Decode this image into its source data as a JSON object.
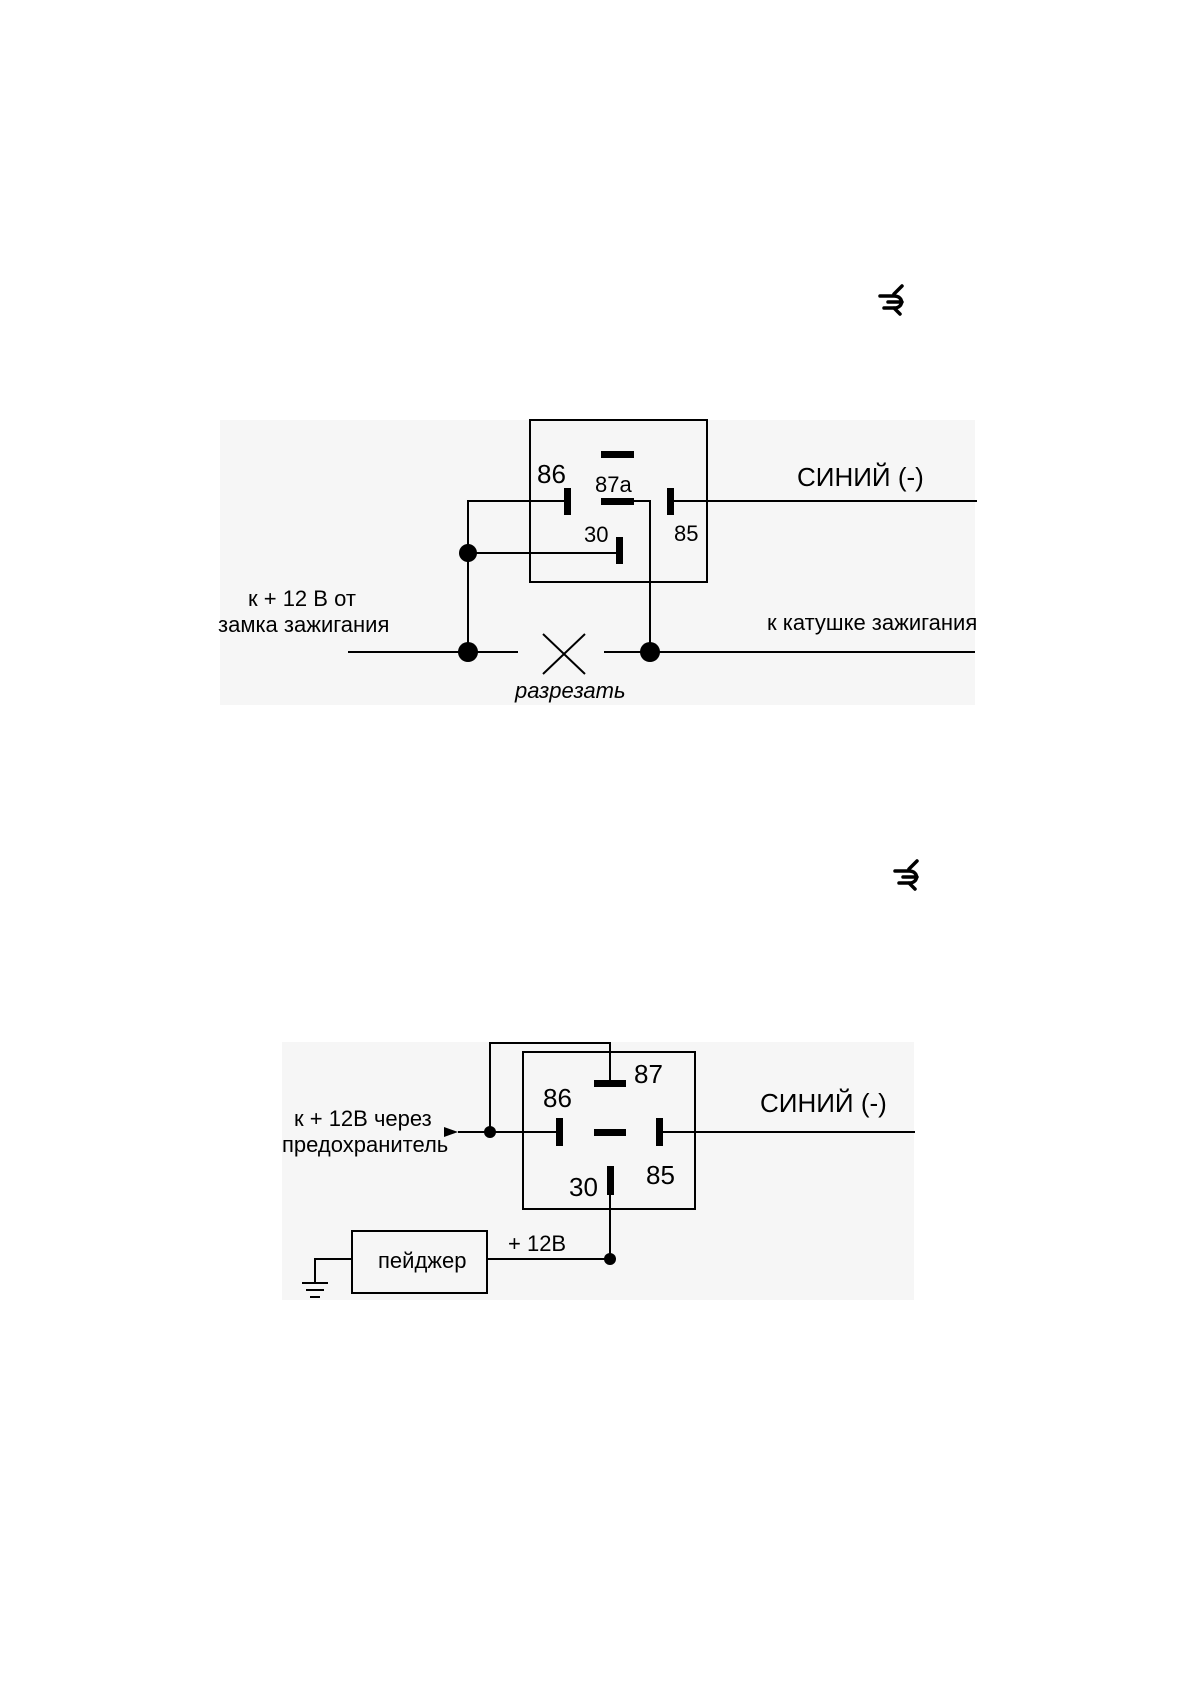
{
  "diagram1": {
    "pin_86": "86",
    "pin_87a": "87a",
    "pin_30": "30",
    "pin_85": "85",
    "blue_wire": "СИНИЙ (-)",
    "from_line1": "к + 12 В от",
    "from_line2": "замка зажигания",
    "to_coil": "к катушке зажигания",
    "cut": "разрезать"
  },
  "diagram2": {
    "pin_86": "86",
    "pin_87": "87",
    "pin_30": "30",
    "pin_85": "85",
    "blue_wire": "СИНИЙ (-)",
    "to_line1": "к + 12В через",
    "to_line2": "предохранитель",
    "pager": "пейджер",
    "plus12": "+ 12В"
  },
  "icons": {
    "relay_symbol_1": "relay-coil-symbol-icon",
    "relay_symbol_2": "relay-coil-symbol-icon"
  }
}
